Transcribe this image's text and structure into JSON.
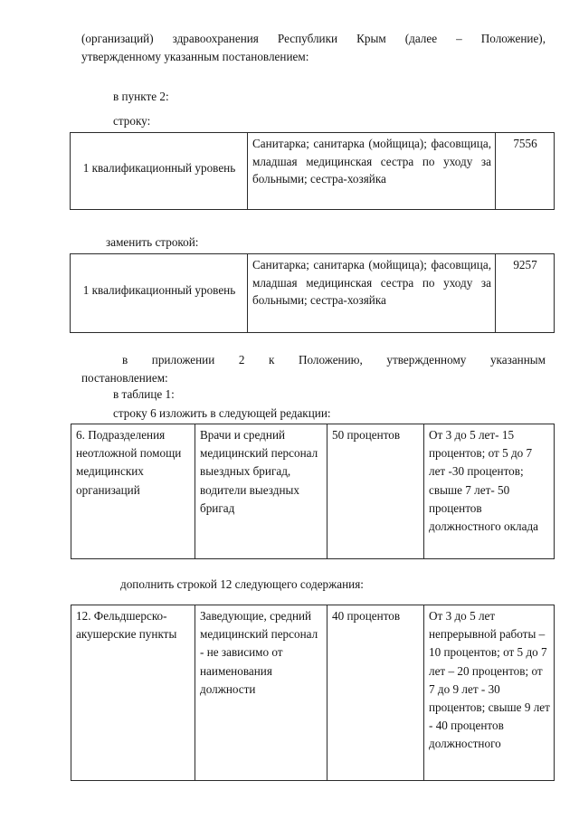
{
  "document": {
    "language": "ru",
    "intro": {
      "line1": "(организаций) здравоохранения Республики Крым (далее – Положение),",
      "line2": "утвержденному указанным постановлением:",
      "item_point": "в пункте 2:",
      "item_row": "строку:"
    },
    "after_table1_label": "заменить строкой:",
    "middle": {
      "line1": "в приложении 2 к Положению, утвержденному указанным",
      "line2": "постановлением:",
      "line3": "в таблице 1:",
      "line4": "строку 6 изложить в следующей редакции:"
    },
    "after_table3_label": "дополнить строкой 12 следующего содержания:"
  },
  "tables": {
    "table1": {
      "name": "qualification-level-old",
      "rows": [
        {
          "level": "1 квалификационный уровень",
          "positions": "Санитарка; санитарка (мойщица); фасовщица, младшая медицинская сестра по уходу за больными; сестра-хозяйка",
          "amount": "7556"
        }
      ]
    },
    "table2": {
      "name": "qualification-level-new",
      "rows": [
        {
          "level": "1 квалификационный уровень",
          "positions": "Санитарка; санитарка (мойщица); фасовщица, младшая медицинская сестра по уходу за больными; сестра-хозяйка",
          "amount": "9257"
        }
      ]
    },
    "table3": {
      "name": "row-6-redaction",
      "rows": [
        {
          "unit": "6. Подразделения неотложной помощи медицинских организаций",
          "staff": "Врачи и средний медицинский персонал выездных бригад, водители выездных бригад",
          "percent": "50 процентов",
          "tenure": "От 3 до 5 лет- 15 процентов; от 5 до 7 лет -30 процентов; свыше 7 лет- 50 процентов должностного оклада"
        }
      ]
    },
    "table4": {
      "name": "row-12-addition",
      "rows": [
        {
          "unit": "12. Фельдшерско-акушерские пункты",
          "staff": "Заведующие, средний медицинский персонал - не зависимо от наименования должности",
          "percent": "40 процентов",
          "tenure": "От 3 до 5 лет непрерывной работы – 10 процентов; от 5 до 7 лет – 20 процентов; от 7 до 9 лет - 30 процентов; свыше 9 лет - 40 процентов должностного"
        }
      ]
    }
  }
}
